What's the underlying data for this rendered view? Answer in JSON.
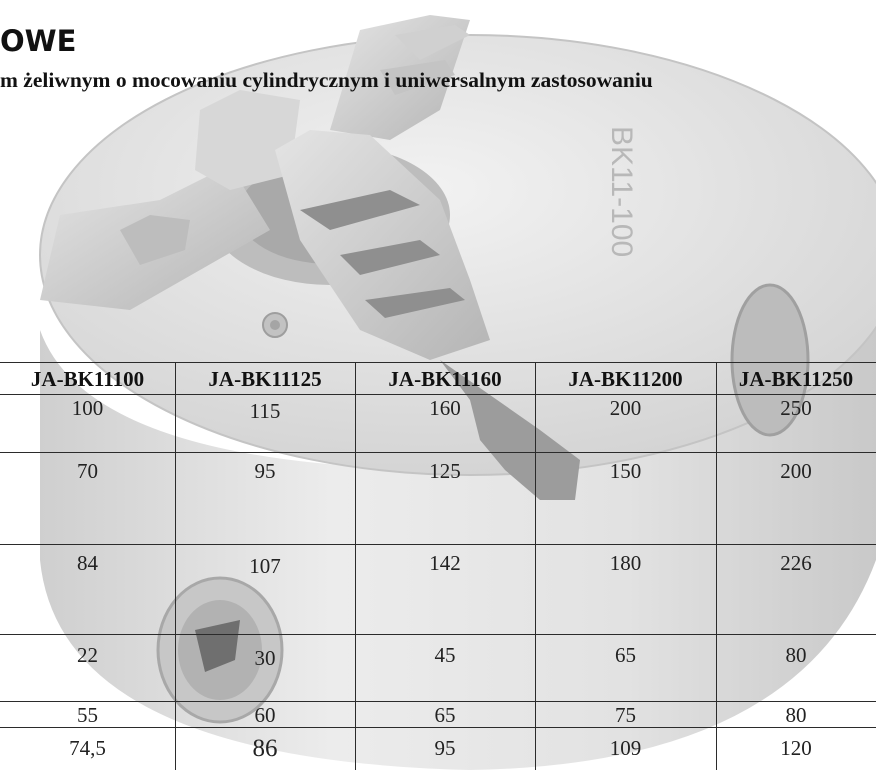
{
  "heading": "OWE",
  "subheading": "m żeliwnym o mocowaniu cylindrycznym i uniwersalnym zastosowaniu",
  "photo": {
    "engraving": "BK11-100",
    "colors": {
      "body": "#d9d9d9",
      "face": "#e7e7e7",
      "jaw": "#c8c8c8",
      "shadow": "#9a9a9a"
    }
  },
  "table": {
    "headers": [
      "JA-BK11100",
      "JA-BK11125",
      "JA-BK11160",
      "JA-BK11200",
      "JA-BK11250"
    ],
    "rows": [
      [
        "100",
        "115",
        "160",
        "200",
        "250"
      ],
      [
        "70",
        "95",
        "125",
        "150",
        "200"
      ],
      [
        "84",
        "107",
        "142",
        "180",
        "226"
      ],
      [
        "22",
        "30",
        "45",
        "65",
        "80"
      ],
      [
        "55",
        "60",
        "65",
        "75",
        "80"
      ],
      [
        "74,5",
        "86",
        "95",
        "109",
        "120"
      ]
    ]
  }
}
